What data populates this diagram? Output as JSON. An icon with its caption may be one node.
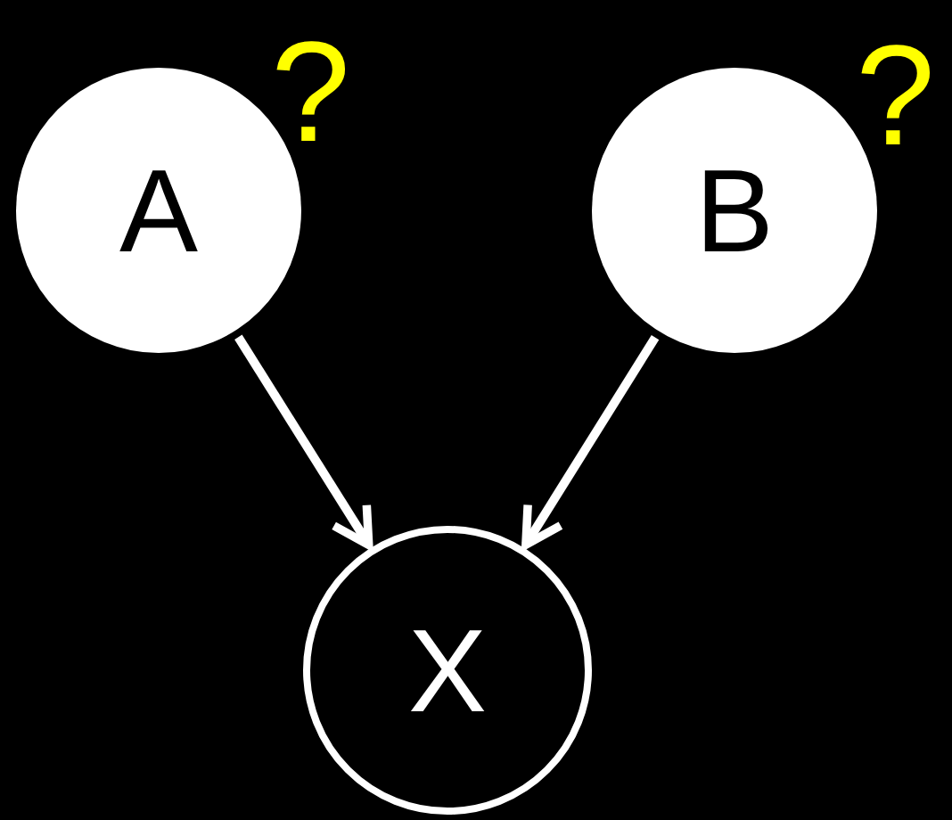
{
  "diagram": {
    "nodes": [
      {
        "text": [
          "A"
        ],
        "beside": [
          "?"
        ]
      },
      {
        "text": [
          "B"
        ],
        "beside": [
          "?"
        ]
      },
      {
        "text": [
          "X"
        ]
      }
    ],
    "edges": [
      {
        "from": 0,
        "to": 2,
        "arrow": "to"
      },
      {
        "from": 1,
        "to": 2,
        "arrow": "to"
      }
    ]
  }
}
